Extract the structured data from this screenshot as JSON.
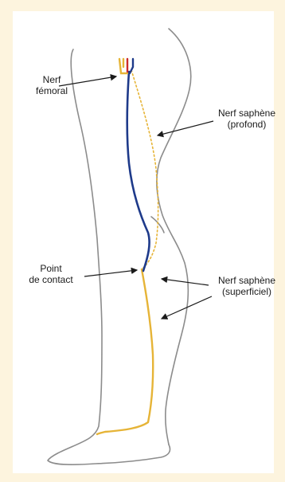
{
  "labels": {
    "femoral": {
      "line1": "Nerf",
      "line2": "fémoral"
    },
    "deep": {
      "line1": "Nerf saphène",
      "line2": "(profond)"
    },
    "contact": {
      "line1": "Point",
      "line2": "de contact"
    },
    "superficial": {
      "line1": "Nerf saphène",
      "line2": "(superficiel)"
    }
  },
  "colors": {
    "background": "#fdf4de",
    "outline": "#8c8c8c",
    "femoral_nerve": "#1e3a8a",
    "saphenous_nerve": "#e6b437",
    "accent_red": "#cc2b2b",
    "arrow": "#1a1a1a"
  }
}
